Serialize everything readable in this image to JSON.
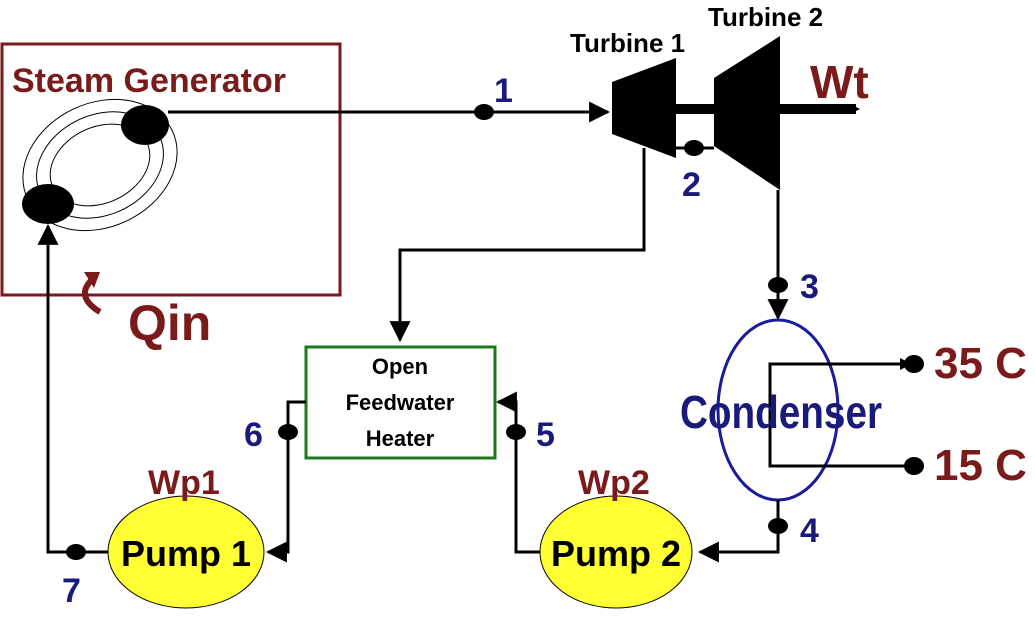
{
  "labels": {
    "steam_generator": "Steam Generator",
    "turbine1": "Turbine 1",
    "turbine2": "Turbine 2",
    "work_turbine": "Wt",
    "heat_in": "Qin",
    "heater_line1": "Open",
    "heater_line2": "Feedwater",
    "heater_line3": "Heater",
    "condenser": "Condenser",
    "temp_hot": "35 C",
    "temp_cold": "15 C",
    "pump1": "Pump 1",
    "pump2": "Pump 2",
    "wp1": "Wp1",
    "wp2": "Wp2"
  },
  "states": [
    "1",
    "2",
    "3",
    "4",
    "5",
    "6",
    "7"
  ],
  "colors": {
    "maroon": "#7a1a1a",
    "navy": "#1a1a7a",
    "heater_border": "#1a7a1a",
    "pump_fill": "#ffff33",
    "condenser_border": "#1a1a9a"
  }
}
